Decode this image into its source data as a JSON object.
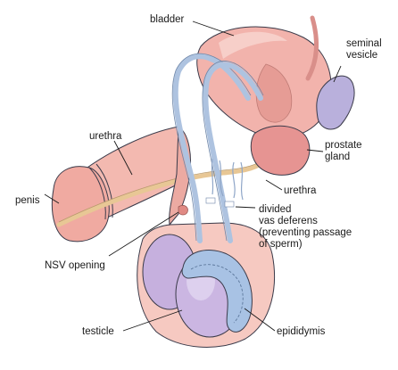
{
  "diagram": {
    "labels": {
      "bladder": "bladder",
      "seminal_vesicle_line1": "seminal",
      "seminal_vesicle_line2": "vesicle",
      "urethra_upper": "urethra",
      "prostate_line1": "prostate",
      "prostate_line2": "gland",
      "urethra_right": "urethra",
      "penis": "penis",
      "divided_line1": "divided",
      "divided_line2": "vas deferens",
      "divided_line3": "(preventing passage",
      "divided_line4": "of sperm)",
      "nsv_opening": "NSV opening",
      "testicle": "testicle",
      "epididymis": "epididymis"
    },
    "colors": {
      "tissue_pink": "#f2b8b0",
      "tissue_dark": "#d98a86",
      "testicle_purple": "#c9b2df",
      "vas_blue": "#b9cde6",
      "duct_line": "#e6c58f",
      "prostate": "#e79594"
    }
  }
}
